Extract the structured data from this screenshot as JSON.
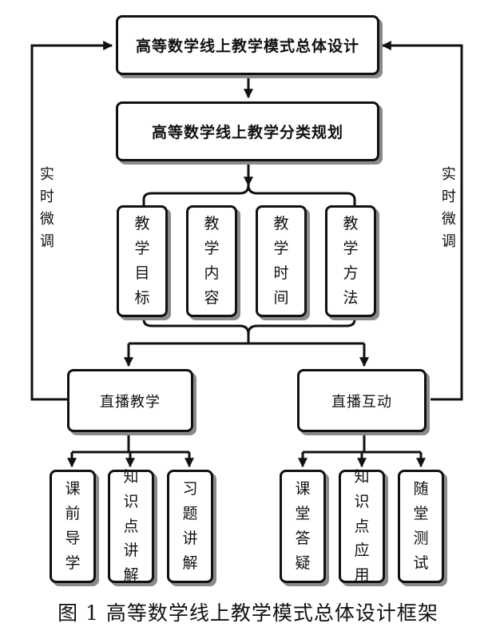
{
  "top_box": "高等数学线上教学模式总体设计",
  "planning_box": "高等数学线上教学分类规划",
  "side_left": "实时微调",
  "side_right": "实时微调",
  "categories": [
    "教学目标",
    "教学内容",
    "教学时间",
    "教学方法"
  ],
  "branches": {
    "left": {
      "title": "直播教学",
      "items": [
        "课前导学",
        "知识点讲解",
        "习题讲解"
      ]
    },
    "right": {
      "title": "直播互动",
      "items": [
        "课堂答疑",
        "知识点应用",
        "随堂测试"
      ]
    }
  },
  "caption": "图 1 高等数学线上教学模式总体设计框架"
}
